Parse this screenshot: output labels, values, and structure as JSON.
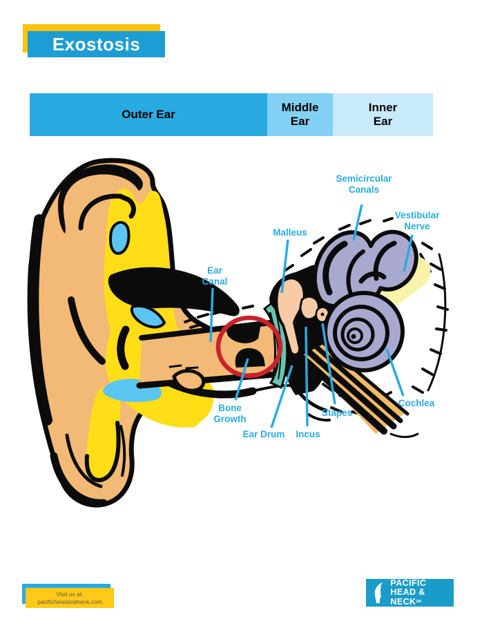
{
  "title": {
    "text": "Exostosis"
  },
  "section_bar": {
    "outer": "Outer Ear",
    "middle": "Middle\nEar",
    "inner": "Inner\nEar"
  },
  "diagram": {
    "labels": {
      "semicircular_canals": "Semicircular\nCanals",
      "vestibular_nerve": "Vestibular\nNerve",
      "malleus": "Malleus",
      "ear_canal": "Ear\nCanal",
      "bone_growth": "Bone\nGrowth",
      "ear_drum": "Ear Drum",
      "incus": "Incus",
      "stapes": "Stapes",
      "cochlea": "Cochlea"
    }
  },
  "footer": {
    "visit_line1": "Visit us at:",
    "visit_line2": "pacificheadandneck.com",
    "logo_line1": "PACIFIC",
    "logo_line2": "HEAD & NECK",
    "logo_mark": "SM"
  },
  "colors": {
    "accent_blue": "#29ABE2",
    "banner_blue": "#1C9DD3",
    "banner_yellow": "#FFC20E",
    "bar_middle_blue": "#82D1F4",
    "bar_inner_blue": "#C9EAFA",
    "highlight_red": "#C9232B",
    "skin_tan": "#F2BA76",
    "concha_yellow": "#FFDE17",
    "accent_sky": "#5BC5F2",
    "eardrum_teal": "#66C6B0",
    "bone_peach": "#F7CBA6",
    "inner_ear_lavender": "#A9A8CE",
    "nerve_pale_yellow": "#F8F3A8",
    "logo_blue": "#1A9CC9"
  }
}
